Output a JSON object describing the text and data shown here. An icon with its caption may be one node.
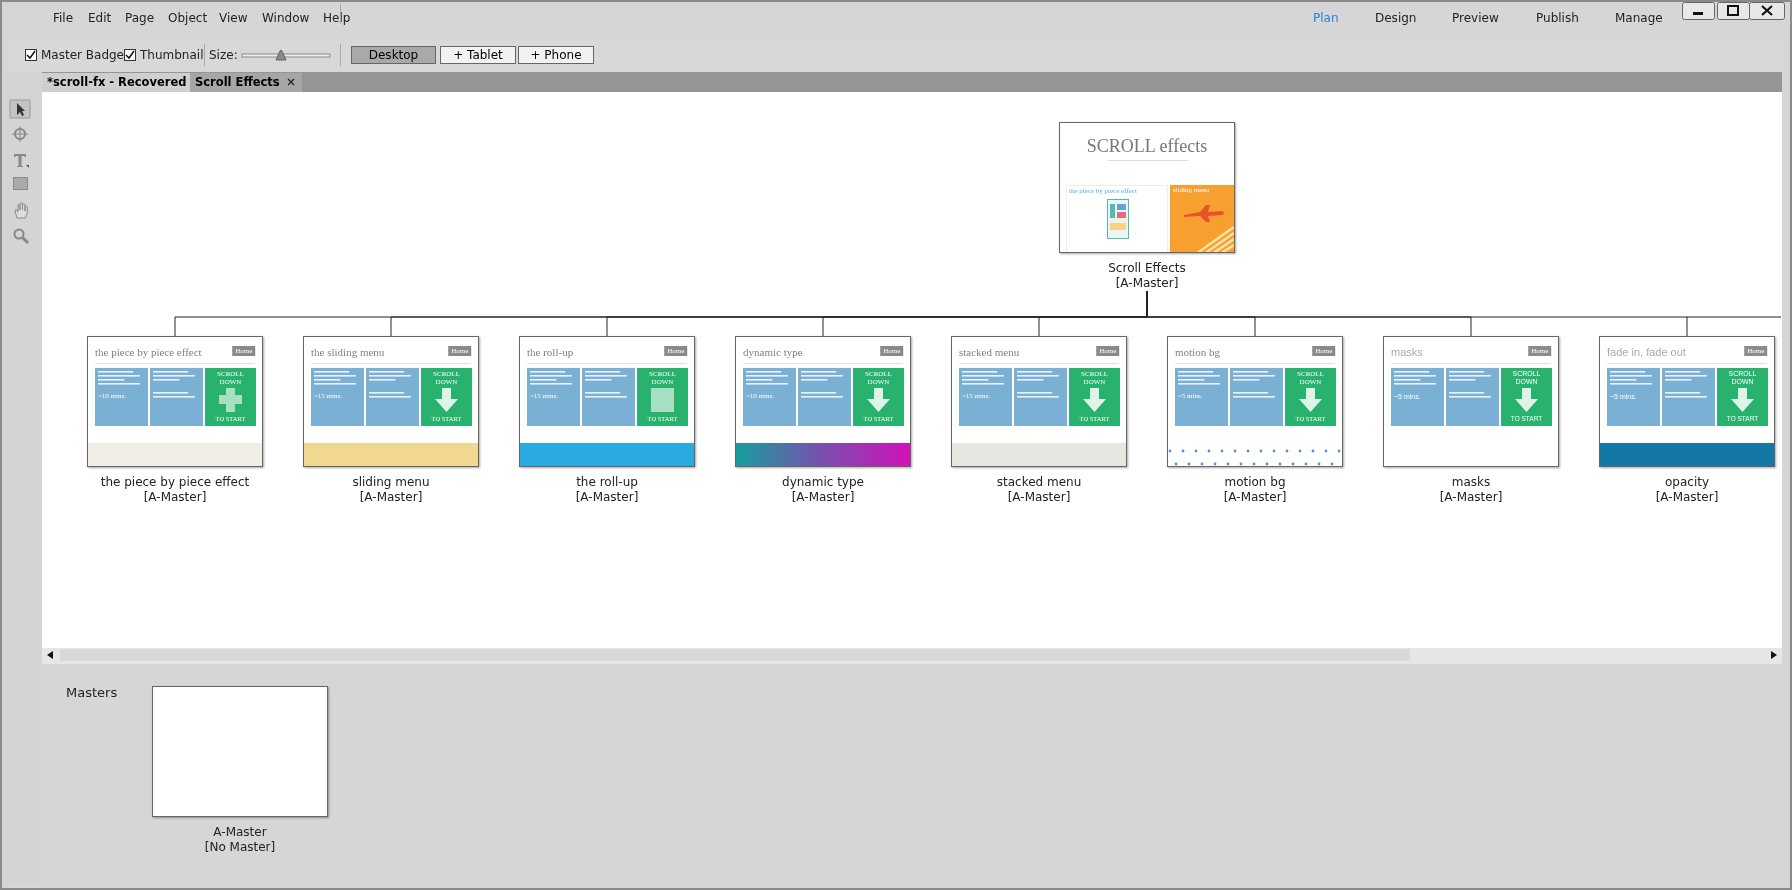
{
  "diagram": {
    "nodes": [
      {
        "text": [
          "SCROLL effects",
          "the piece by piece effect",
          "sliding menu"
        ],
        "beside": [
          "Scroll Effects",
          "[A-Master]"
        ]
      },
      {
        "text": [
          "the piece by piece effect",
          "Home",
          "~10 mins.",
          "SCROLL DOWN",
          "TO START"
        ],
        "beside": [
          "the piece by piece effect",
          "[A-Master]"
        ]
      },
      {
        "text": [
          "the sliding menu",
          "Home",
          "~15 mins.",
          "SCROLL DOWN",
          "TO START"
        ],
        "beside": [
          "sliding menu",
          "[A-Master]"
        ]
      },
      {
        "text": [
          "the roll-up",
          "Home",
          "~15 mins.",
          "SCROLL DOWN",
          "TO START"
        ],
        "beside": [
          "the roll-up",
          "[A-Master]"
        ]
      },
      {
        "text": [
          "dynamic type",
          "Home",
          "~10 mins.",
          "SCROLL DOWN",
          "TO START"
        ],
        "beside": [
          "dynamic type",
          "[A-Master]"
        ]
      },
      {
        "text": [
          "stacked menu",
          "Home",
          "~15 mins.",
          "SCROLL DOWN",
          "TO START"
        ],
        "beside": [
          "stacked menu",
          "[A-Master]"
        ]
      },
      {
        "text": [
          "motion bg",
          "Home",
          "~5 mins.",
          "SCROLL DOWN",
          "TO START"
        ],
        "beside": [
          "motion bg",
          "[A-Master]"
        ]
      },
      {
        "text": [
          "masks",
          "Home",
          "~5 mins.",
          "SCROLL DOWN",
          "TO START"
        ],
        "beside": [
          "masks",
          "[A-Master]"
        ]
      },
      {
        "text": [
          "fade in, fade out",
          "Home",
          "~5 mins.",
          "SCROLL DOWN",
          "TO START"
        ],
        "beside": [
          "opacity",
          "[A-Master]"
        ]
      },
      {
        "text": [],
        "shape": "box",
        "beside": [
          "A-Master",
          "[No Master]"
        ]
      }
    ],
    "edges": [
      {
        "from": 0,
        "to": 1,
        "arrow": "none"
      },
      {
        "from": 0,
        "to": 2,
        "arrow": "none"
      },
      {
        "from": 0,
        "to": 3,
        "arrow": "none"
      },
      {
        "from": 0,
        "to": 4,
        "arrow": "none"
      },
      {
        "from": 0,
        "to": 5,
        "arrow": "none"
      },
      {
        "from": 0,
        "to": 6,
        "arrow": "none"
      },
      {
        "from": 0,
        "to": 7,
        "arrow": "none"
      },
      {
        "from": 0,
        "to": 8,
        "arrow": "none"
      }
    ],
    "labels": [
      "File",
      "Edit",
      "Page",
      "Object",
      "View",
      "Window",
      "Help",
      "Plan",
      "Design",
      "Preview",
      "Publish",
      "Manage",
      "Master Badge",
      "Thumbnail",
      "Size:",
      "Desktop",
      "+ Tablet",
      "+ Phone",
      "*scroll-fx - Recovered",
      "Scroll Effects",
      "Masters"
    ]
  }
}
